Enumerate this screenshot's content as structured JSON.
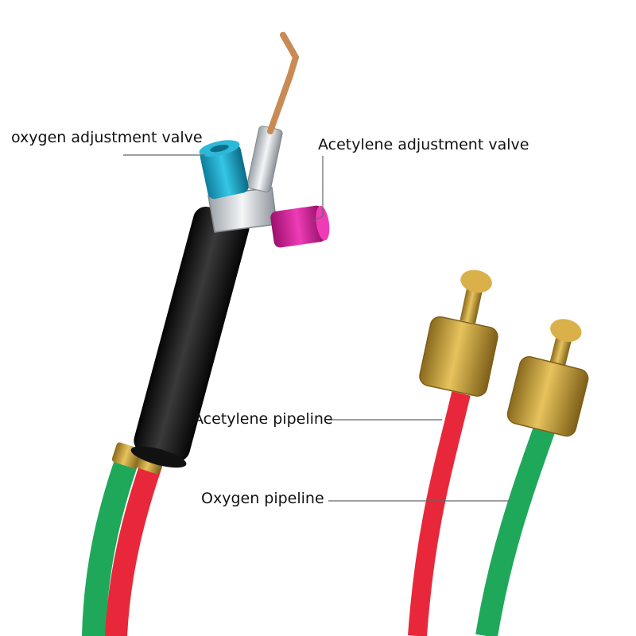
{
  "labels": {
    "oxygen_adjustment_valve": "oxygen adjustment valve",
    "acetylene_adjustment_valve": "Acetylene adjustment valve",
    "acetylene_pipeline": "Acetylene pipeline",
    "oxygen_pipeline": "Oxygen pipeline"
  },
  "colors": {
    "background": "#ffffff",
    "oxygen_hose": "#1fa85a",
    "acetylene_hose": "#e8283a",
    "oxygen_knob": "#1aa6c8",
    "acetylene_knob": "#d61a9a",
    "handle": "#111111",
    "brass": "#c9a23a",
    "copper_tip": "#c98a55",
    "leader_line": "#666666"
  }
}
